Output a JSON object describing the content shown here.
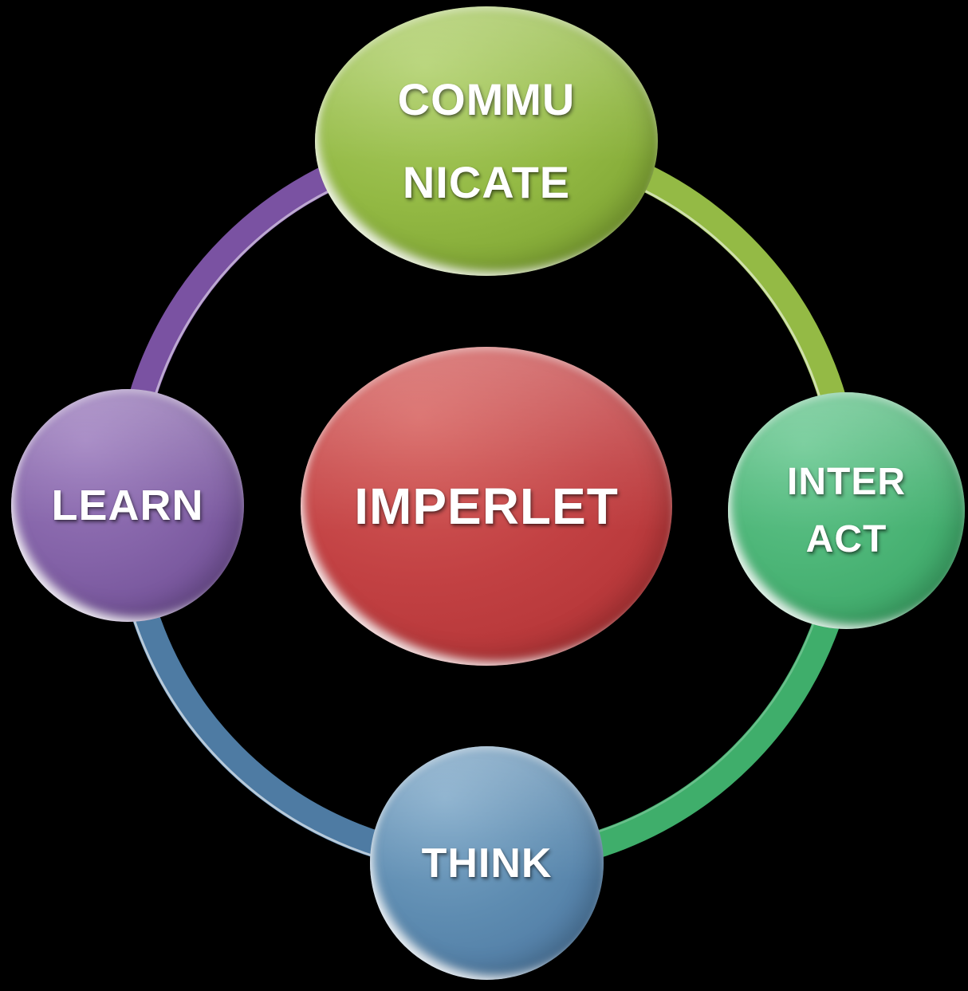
{
  "diagram": {
    "description": "Glossy circular cycle diagram on black background",
    "background_color": "#000000",
    "text_color": "#ffffff"
  },
  "center": {
    "label": "IMPERLET",
    "fill": "#c24143"
  },
  "nodes": {
    "communicate": {
      "label": "COMMUNICATE",
      "line1": "COMMU",
      "line2": "NICATE",
      "fill": "#93b944",
      "position": "top"
    },
    "interact": {
      "label": "INTERACT",
      "line1": "INTER",
      "line2": "ACT",
      "fill": "#4cb577",
      "position": "right"
    },
    "think": {
      "label": "THINK",
      "fill": "#5e8cb1",
      "position": "bottom"
    },
    "learn": {
      "label": "LEARN",
      "fill": "#8463a8",
      "position": "left"
    }
  },
  "ring": {
    "segments": {
      "learn_to_communicate": {
        "color": "#7a52a2"
      },
      "communicate_to_interact": {
        "color": "#94ba45"
      },
      "interact_to_think": {
        "color": "#3fae6b"
      },
      "think_to_learn": {
        "color": "#4e7ba3"
      }
    }
  }
}
